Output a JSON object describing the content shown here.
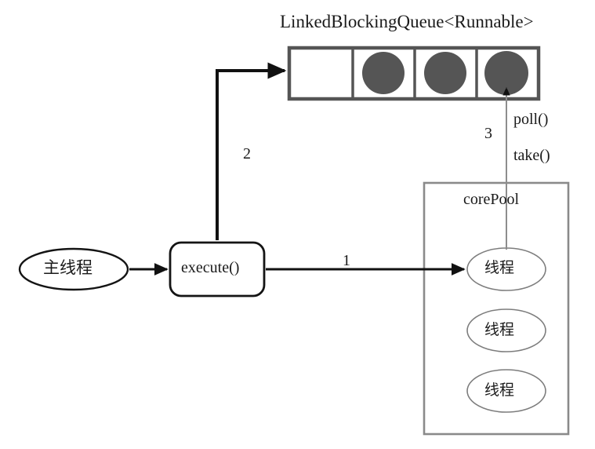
{
  "diagram": {
    "title": "LinkedBlockingQueue<Runnable>",
    "colors": {
      "queue_border": "#555555",
      "queue_circle": "#555555",
      "pool_border": "#888888",
      "ellipse_border": "#777777",
      "arrow_black": "#111111",
      "arrow_gray": "#888888",
      "background": "#ffffff"
    },
    "queue": {
      "label": "LinkedBlockingQueue<Runnable>",
      "cells": [
        {
          "index": 1,
          "filled": false,
          "token": ""
        },
        {
          "index": 2,
          "filled": true,
          "token": "runnable-circle"
        },
        {
          "index": 3,
          "filled": true,
          "token": "runnable-circle"
        },
        {
          "index": 4,
          "filled": true,
          "token": "runnable-circle"
        }
      ]
    },
    "main_thread": {
      "label": "主线程"
    },
    "execute": {
      "label": "execute()"
    },
    "core_pool": {
      "label": "corePool",
      "threads": [
        {
          "label": "线程"
        },
        {
          "label": "线程"
        },
        {
          "label": "线程"
        }
      ]
    },
    "arrows": [
      {
        "id": "1",
        "label": "1",
        "from": "execute",
        "to": "thread-1"
      },
      {
        "id": "2",
        "label": "2",
        "from": "execute",
        "to": "queue-cell-1"
      },
      {
        "id": "3",
        "label": "3",
        "from": "thread-1",
        "to": "queue-cell-4"
      }
    ],
    "annotations": {
      "poll": "poll()",
      "take": "take()"
    }
  }
}
